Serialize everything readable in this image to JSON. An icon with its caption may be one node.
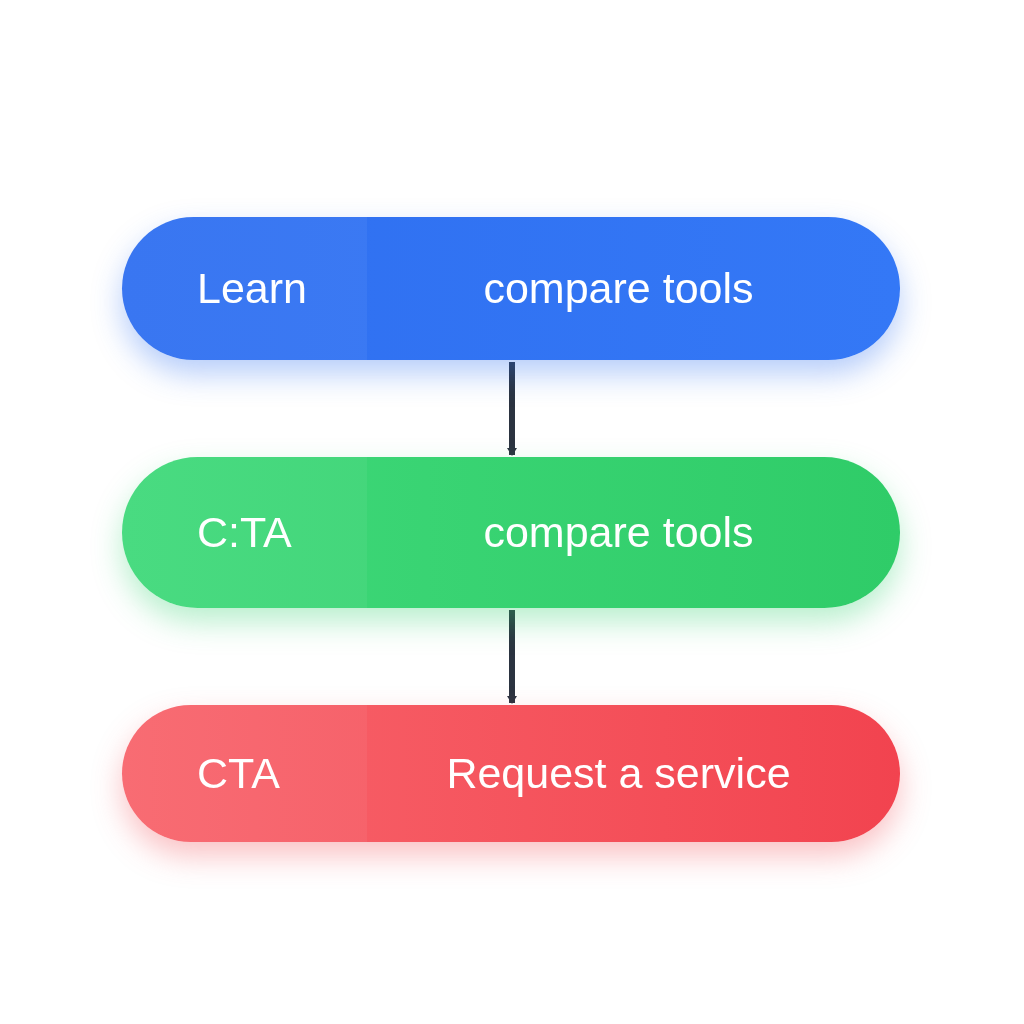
{
  "diagram": {
    "nodes": [
      {
        "text": [
          "Learn",
          "compare tools"
        ]
      },
      {
        "text": [
          "C:TA",
          "compare tools"
        ]
      },
      {
        "text": [
          "CTA",
          "Request a service"
        ]
      }
    ],
    "edges": [
      {
        "from": 0,
        "to": 1,
        "arrow": "to",
        "color": "#2b3340"
      },
      {
        "from": 1,
        "to": 2,
        "arrow": "to",
        "color": "#2b3340"
      }
    ]
  }
}
